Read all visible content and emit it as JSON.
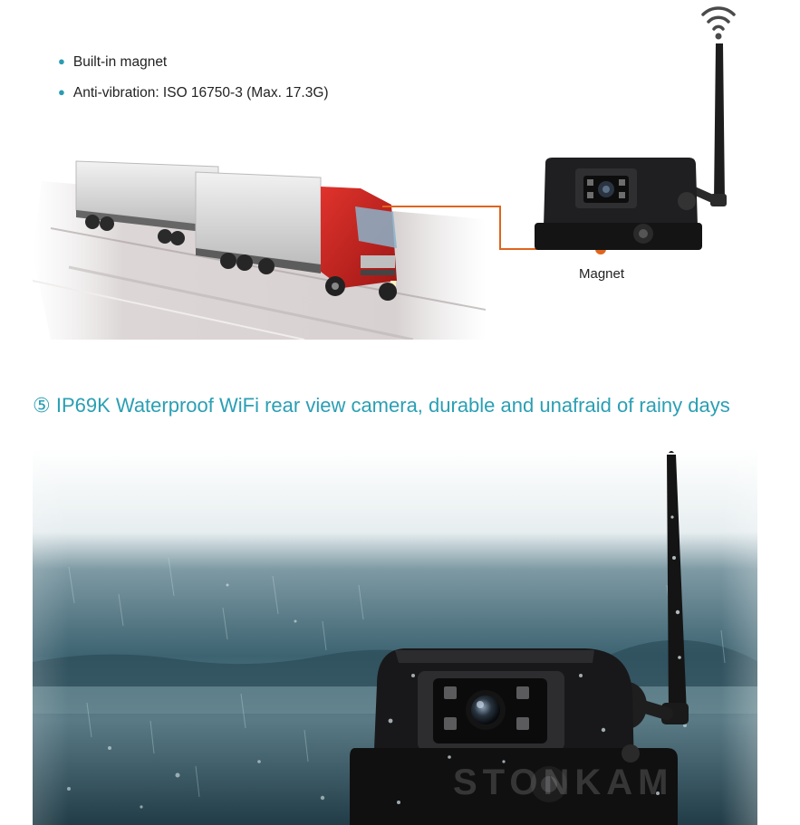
{
  "features": {
    "items": [
      {
        "text": "Built-in magnet"
      },
      {
        "text": "Anti-vibration: ISO 16750-3 (Max. 17.3G)"
      }
    ]
  },
  "callout": {
    "magnet_label": "Magnet"
  },
  "section": {
    "title": "⑤ IP69K Waterproof WiFi rear view camera, durable and unafraid of rainy days"
  },
  "watermark": {
    "text": "STONKAM"
  },
  "colors": {
    "heading": "#2a9fb4",
    "bullet": "#2b9bb3",
    "callout_line": "#e0641c",
    "truck_cab": "#c8241f",
    "camera_body": "#1c1c1e",
    "rain_backdrop": "#3f6573"
  },
  "icons": [
    "wifi-signal-icon",
    "bullet-dot-icon"
  ]
}
